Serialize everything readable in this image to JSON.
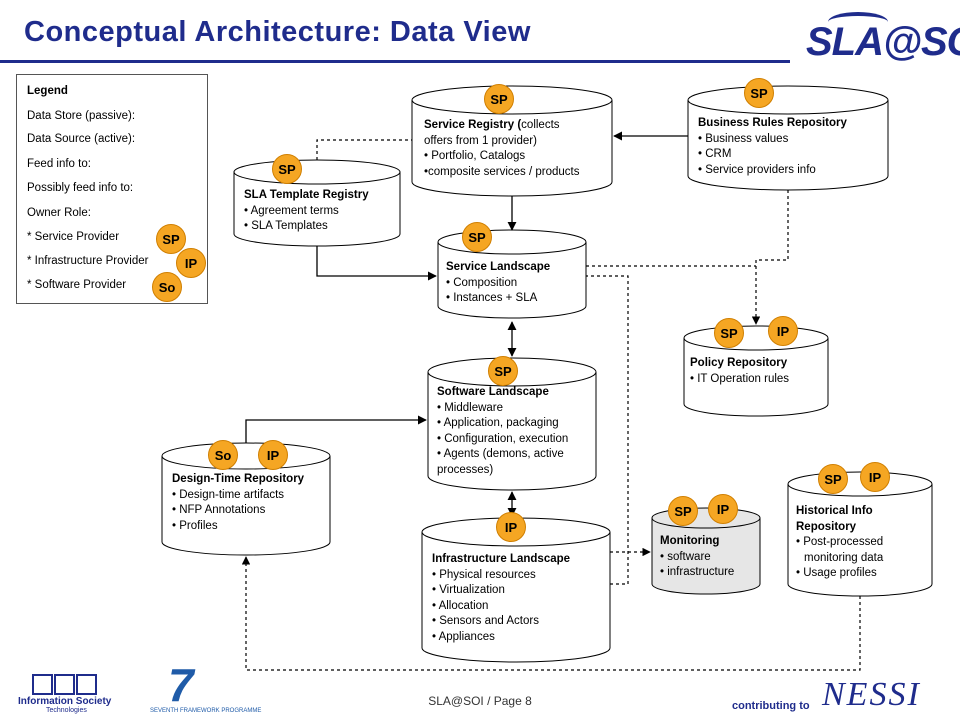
{
  "title": "Conceptual Architecture: Data View",
  "brand_logo": "SLA@SOI",
  "legend": {
    "heading": "Legend",
    "data_store": "Data Store (passive):",
    "data_source": "Data Source (active):",
    "feed": "Feed info to:",
    "possibly_feed": "Possibly feed info to:",
    "owner_role": "Owner Role:",
    "service_provider": "* Service Provider",
    "infrastructure_provider": "* Infrastructure Provider",
    "software_provider": "* Software Provider"
  },
  "badges": {
    "sp": "SP",
    "ip": "IP",
    "so": "So"
  },
  "nodes": {
    "service_registry": {
      "title": "Service Registry (",
      "title_rest": "collects",
      "line2": "offers from 1 provider)",
      "line3": "• Portfolio,  Catalogs",
      "line4": "•composite services / products"
    },
    "business_rules": {
      "title": "Business Rules Repository",
      "items": [
        "• Business values",
        "• CRM",
        "• Service providers info"
      ]
    },
    "sla_template": {
      "title": "SLA Template Registry",
      "items": [
        "• Agreement terms",
        "• SLA Templates"
      ]
    },
    "service_landscape": {
      "title": "Service Landscape",
      "items": [
        "• Composition",
        "• Instances + SLA"
      ]
    },
    "policy_repository": {
      "title": "Policy Repository",
      "items": [
        "• IT Operation rules"
      ]
    },
    "software_landscape": {
      "title": "Software Landscape",
      "items": [
        "• Middleware",
        "• Application, packaging",
        "• Configuration, execution",
        "• Agents (demons, active",
        "processes)"
      ]
    },
    "design_time": {
      "title": "Design-Time Repository",
      "items": [
        "• Design-time artifacts",
        "• NFP Annotations",
        "• Profiles"
      ]
    },
    "infrastructure_landscape": {
      "title": "Infrastructure  Landscape",
      "items": [
        "• Physical resources",
        "• Virtualization",
        "• Allocation",
        "• Sensors and Actors",
        "• Appliances"
      ]
    },
    "monitoring": {
      "title": "Monitoring",
      "items": [
        "• software",
        "• infrastructure"
      ]
    },
    "historical": {
      "title": "Historical Info",
      "title2": "Repository",
      "items": [
        "• Post-processed",
        "monitoring data",
        "• Usage profiles"
      ]
    }
  },
  "footer": {
    "page": "SLA@SOI / Page 8",
    "ist_logo": "Information Society",
    "ist_sub": "Technologies",
    "fp7_logo": "SEVENTH FRAMEWORK PROGRAMME",
    "contributing": "contributing to",
    "nessi": "NESSI"
  },
  "colors": {
    "title": "#1f2c8c",
    "badge": "#f5a623",
    "source_fill": "#e6e6e6"
  }
}
